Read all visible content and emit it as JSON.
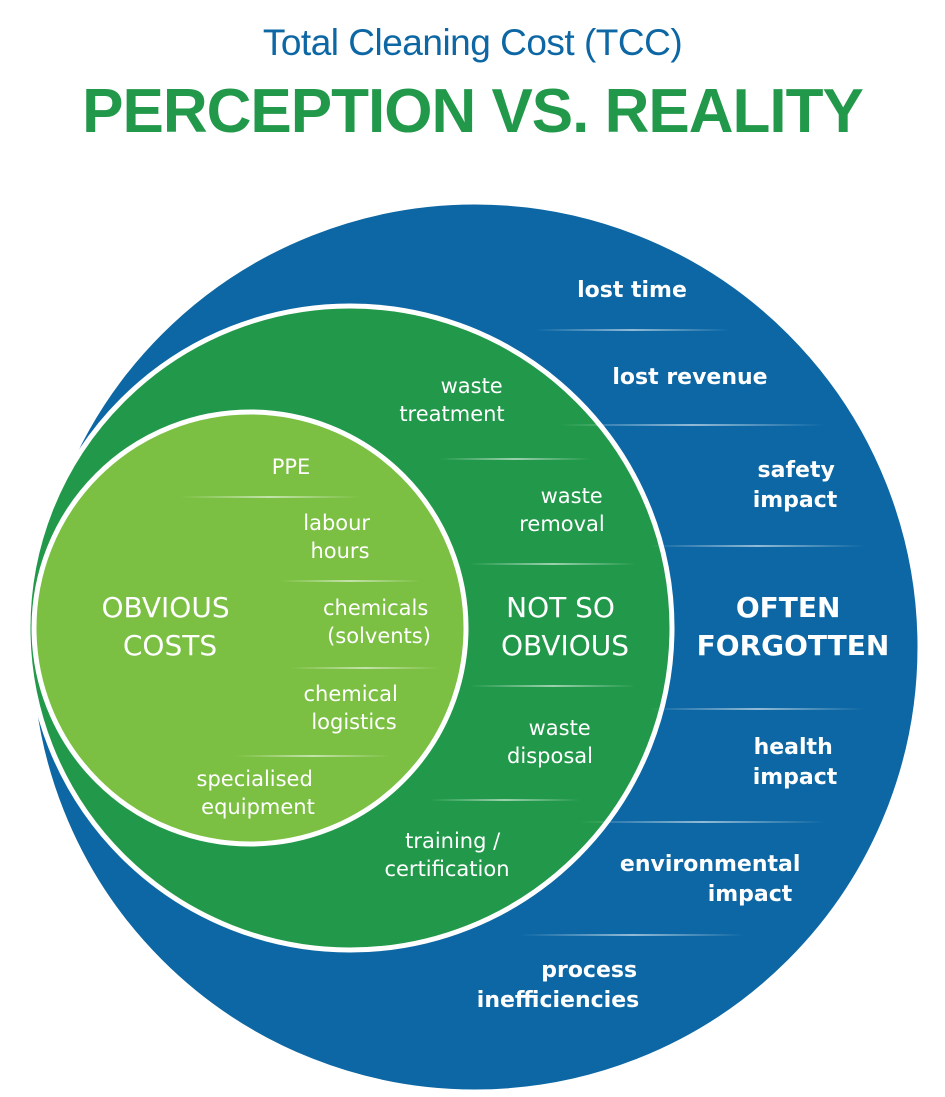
{
  "title": "Total Cleaning Cost (TCC)",
  "headline": "PERCEPTION VS. REALITY",
  "colors": {
    "outer": "#0c67a4",
    "middle": "#22994a",
    "inner": "#7bc043",
    "title": "#0c67a4",
    "headline": "#22994a",
    "text": "#ffffff"
  },
  "inner_circle": {
    "label": [
      "OBVIOUS",
      "COSTS"
    ],
    "items": [
      [
        "PPE"
      ],
      [
        "labour",
        "hours"
      ],
      [
        "chemicals",
        "(solvents)"
      ],
      [
        "chemical",
        "logistics"
      ],
      [
        "specialised",
        "equipment"
      ]
    ]
  },
  "middle_circle": {
    "label": [
      "NOT SO",
      "OBVIOUS"
    ],
    "items": [
      [
        "waste",
        "treatment"
      ],
      [
        "waste",
        "removal"
      ],
      [
        "waste",
        "disposal"
      ],
      [
        "training /",
        "certification"
      ]
    ]
  },
  "outer_circle": {
    "label": [
      "OFTEN",
      "FORGOTTEN"
    ],
    "items": [
      [
        "lost time"
      ],
      [
        "lost revenue"
      ],
      [
        "safety",
        "impact"
      ],
      [
        "health",
        "impact"
      ],
      [
        "environmental",
        "impact"
      ],
      [
        "process",
        "inefficiencies"
      ]
    ]
  }
}
